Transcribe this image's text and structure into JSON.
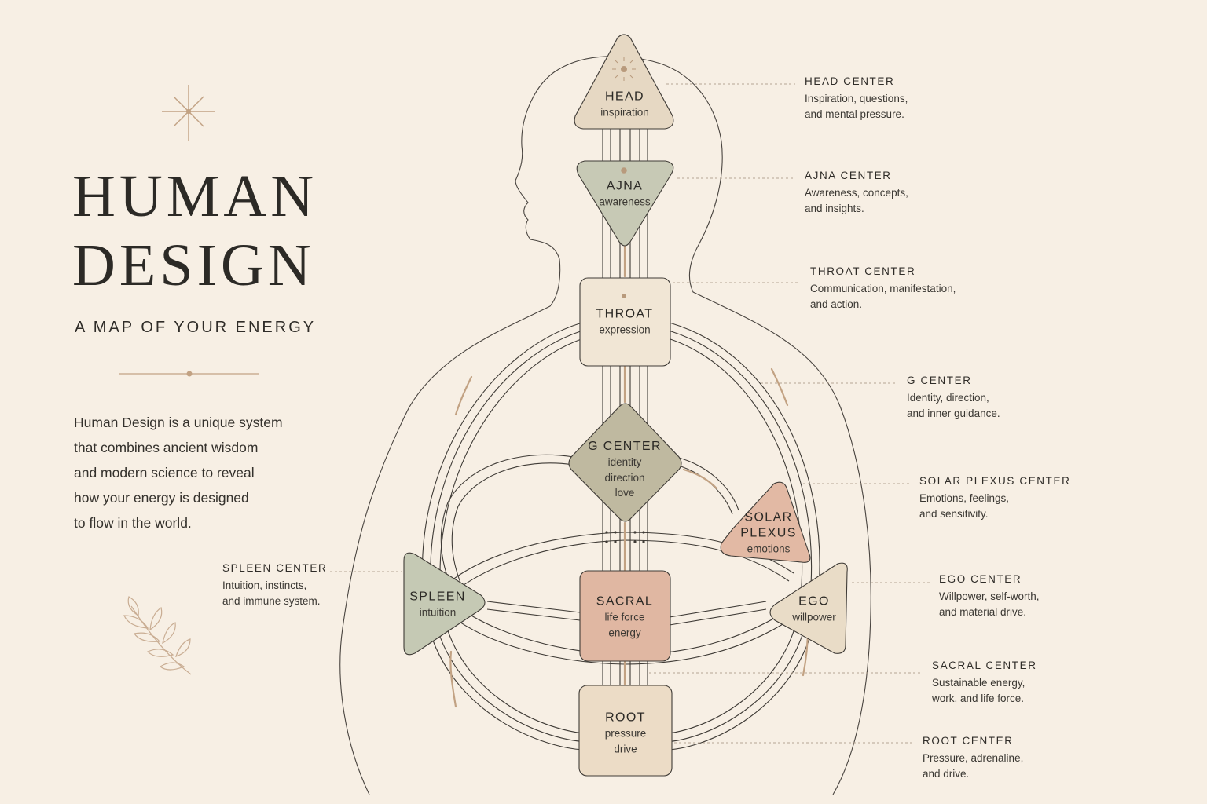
{
  "title": {
    "line1": "HUMAN",
    "line2": "DESIGN"
  },
  "subtitle": "A MAP OF YOUR ENERGY",
  "intro": [
    "Human Design is a unique system",
    "that combines ancient wisdom",
    "and modern science to reveal",
    "how your energy is designed",
    "to flow in the world."
  ],
  "centers": {
    "head": {
      "name": "HEAD",
      "keywords": [
        "inspiration"
      ]
    },
    "ajna": {
      "name": "AJNA",
      "keywords": [
        "awareness"
      ]
    },
    "throat": {
      "name": "THROAT",
      "keywords": [
        "expression"
      ]
    },
    "g": {
      "name": "G CENTER",
      "keywords": [
        "identity",
        "direction",
        "love"
      ]
    },
    "solar": {
      "name_lines": [
        "SOLAR",
        "PLEXUS"
      ],
      "keywords": [
        "emotions"
      ]
    },
    "spleen": {
      "name": "SPLEEN",
      "keywords": [
        "intuition"
      ]
    },
    "sacral": {
      "name": "SACRAL",
      "keywords": [
        "life force",
        "energy"
      ]
    },
    "ego": {
      "name": "EGO",
      "keywords": [
        "willpower"
      ]
    },
    "root": {
      "name": "ROOT",
      "keywords": [
        "pressure",
        "drive"
      ]
    }
  },
  "descriptions": {
    "head": {
      "heading": "HEAD CENTER",
      "lines": [
        "Inspiration, questions,",
        "and mental pressure."
      ]
    },
    "ajna": {
      "heading": "AJNA CENTER",
      "lines": [
        "Awareness, concepts,",
        "and insights."
      ]
    },
    "throat": {
      "heading": "THROAT CENTER",
      "lines": [
        "Communication, manifestation,",
        "and action."
      ]
    },
    "g": {
      "heading": "G CENTER",
      "lines": [
        "Identity, direction,",
        "and inner guidance."
      ]
    },
    "solar": {
      "heading": "SOLAR PLEXUS CENTER",
      "lines": [
        "Emotions, feelings,",
        "and sensitivity."
      ]
    },
    "ego": {
      "heading": "EGO CENTER",
      "lines": [
        "Willpower, self-worth,",
        "and material drive."
      ]
    },
    "sacral": {
      "heading": "SACRAL CENTER",
      "lines": [
        "Sustainable energy,",
        "work, and life force."
      ]
    },
    "root": {
      "heading": "ROOT CENTER",
      "lines": [
        "Pressure, adrenaline,",
        "and drive."
      ]
    },
    "spleen": {
      "heading": "SPLEEN CENTER",
      "lines": [
        "Intuition, instincts,",
        "and immune system."
      ]
    }
  },
  "colors": {
    "background": "#f7efe4",
    "line": "#3a3632",
    "accent": "#c2a283",
    "head": "#e6d8c3",
    "ajna": "#c7c9b5",
    "throat": "#f1e6d5",
    "g": "#bfb9a0",
    "solar": "#e2b9a4",
    "spleen": "#c5c9b4",
    "sacral": "#e0b7a2",
    "ego": "#e9dcc7",
    "root": "#ecdcc6"
  }
}
